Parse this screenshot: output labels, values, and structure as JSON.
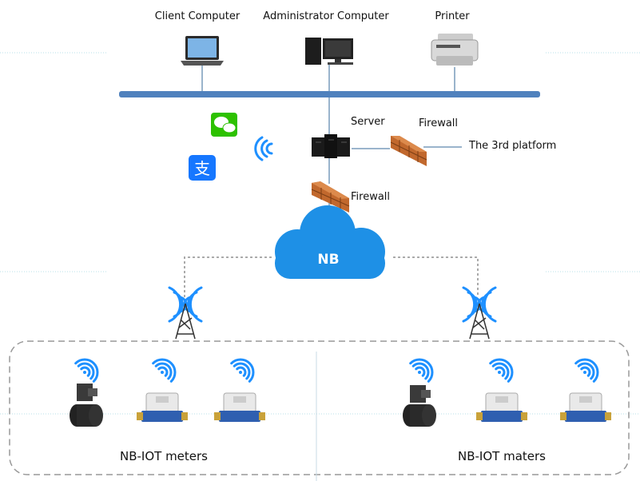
{
  "labels": {
    "client_computer": "Client Computer",
    "administrator_computer": "Administrator Computer",
    "printer": "Printer",
    "server": "Server",
    "firewall_top": "Firewall",
    "third_platform": "The 3rd platform",
    "firewall_bottom": "Firewall",
    "cloud": "NB",
    "left_group": "NB-IOT meters",
    "right_group": "NB-IOT maters"
  },
  "colors": {
    "bus": "#4f81bd",
    "cloud": "#1e90e6",
    "wifi": "#1e90ff",
    "firewall": "#c1682d",
    "wechat": "#2dc100",
    "alipay": "#1677ff"
  },
  "icons": [
    "laptop-icon",
    "desktop-icon",
    "printer-icon",
    "server-icon",
    "firewall-icon",
    "wechat-icon",
    "alipay-icon",
    "wireless-signal-icon",
    "cloud-icon",
    "tower-icon",
    "valve-icon",
    "water-meter-icon"
  ]
}
